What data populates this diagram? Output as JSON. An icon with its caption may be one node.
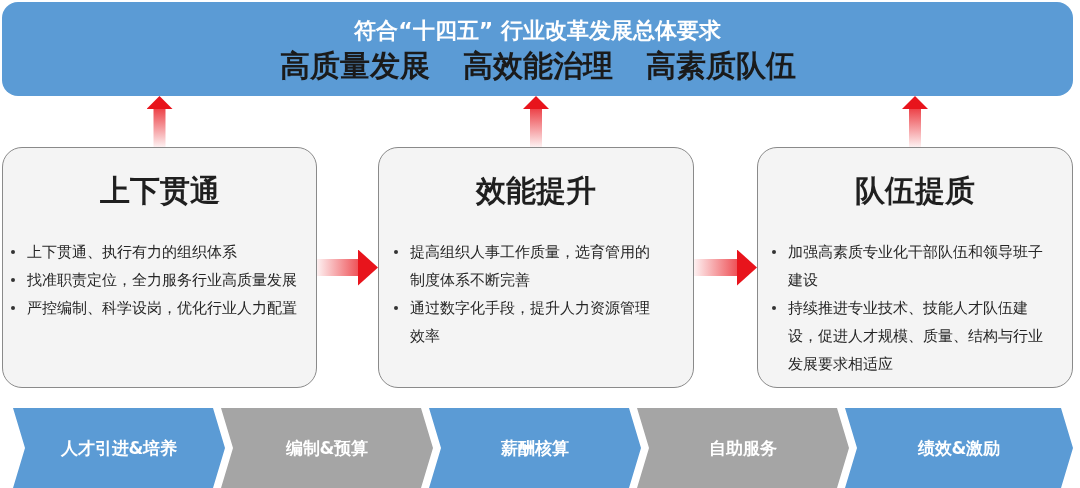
{
  "diagram": {
    "nodes": [
      {
        "text": [
          "符合“十四五” 行业改革发展总体要求",
          "高质量发展",
          "高效能治理",
          "高素质队伍"
        ]
      },
      {
        "text": [
          "上下贯通",
          "上下贯通、执行有力的组织体系",
          "找准职责定位，全力服务行业高质量发展",
          "严控编制、科学设岗，优化行业人力配置"
        ]
      },
      {
        "text": [
          "效能提升",
          "提高组织人事工作质量，选育管用的制度体系不断完善",
          "通过数字化手段，提升人力资源管理效率"
        ]
      },
      {
        "text": [
          "队伍提质",
          "加强高素质专业化干部队伍和领导班子建设",
          "持续推进专业技术、技能人才队伍建设，促进人才规模、质量、结构与行业发展要求相适应"
        ]
      },
      {
        "text": [
          "人才引进&培养"
        ]
      },
      {
        "text": [
          "编制&预算"
        ]
      },
      {
        "text": [
          "薪酬核算"
        ]
      },
      {
        "text": [
          "自助服务"
        ]
      },
      {
        "text": [
          "绩效&激励"
        ]
      }
    ],
    "edges": [
      {
        "from": 1,
        "to": 0,
        "arrow": "to"
      },
      {
        "from": 2,
        "to": 0,
        "arrow": "to"
      },
      {
        "from": 3,
        "to": 0,
        "arrow": "to"
      },
      {
        "from": 1,
        "to": 2,
        "arrow": "to"
      },
      {
        "from": 2,
        "to": 3,
        "arrow": "to"
      }
    ]
  }
}
